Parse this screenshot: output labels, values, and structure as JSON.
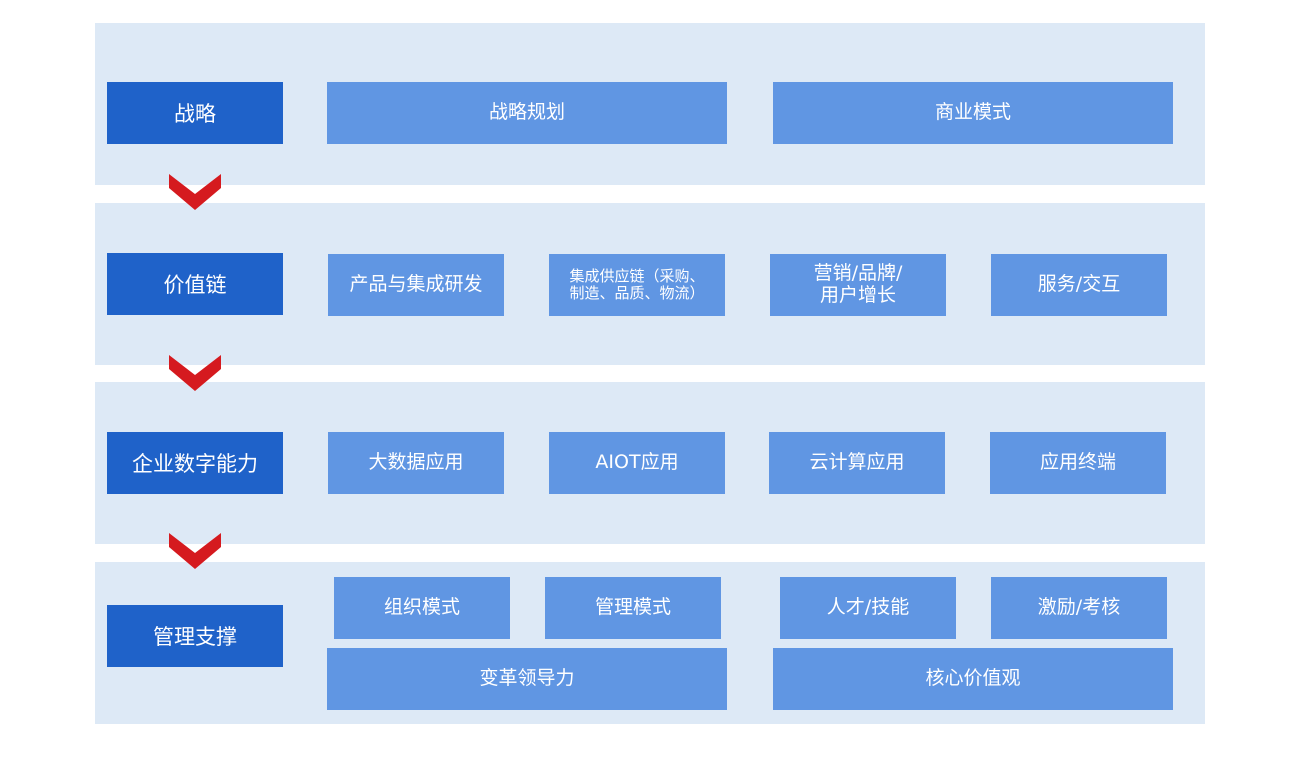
{
  "colors": {
    "layer_bg": "#dde9f6",
    "label_bg": "#1f62c9",
    "box_bg": "#6096e3",
    "arrow": "#d51a1f"
  },
  "layers": [
    {
      "label": "战略",
      "items": [
        "战略规划",
        "商业模式"
      ]
    },
    {
      "label": "价值链",
      "items": [
        "产品与集成研发",
        "集成供应链（采购、\n制造、品质、物流）",
        "营销/品牌/\n用户增长",
        "服务/交互"
      ]
    },
    {
      "label": "企业数字能力",
      "items": [
        "大数据应用",
        "AIOT应用",
        "云计算应用",
        "应用终端"
      ]
    },
    {
      "label": "管理支撑",
      "items": [
        "组织模式",
        "管理模式",
        "人才/技能",
        "激励/考核",
        "变革领导力",
        "核心价值观"
      ]
    }
  ]
}
